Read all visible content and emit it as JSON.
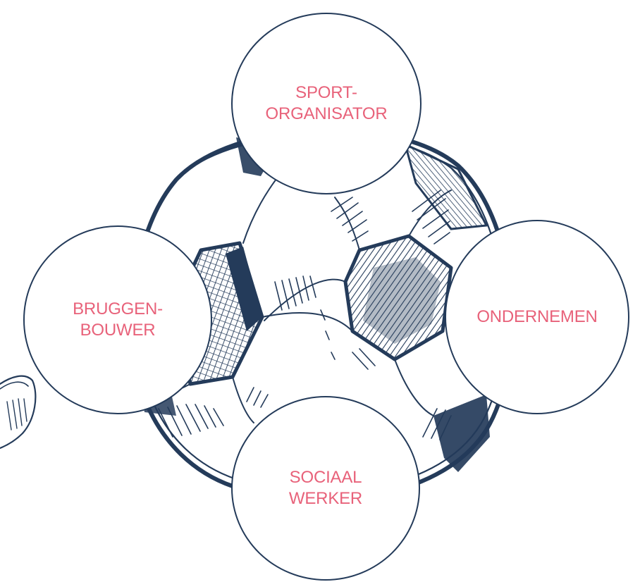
{
  "colors": {
    "outline": "#243b5a",
    "label": "#e8627a",
    "background": "#ffffff"
  },
  "roles": {
    "top": {
      "line1": "SPORT-",
      "line2": "ORGANISATOR"
    },
    "left": {
      "line1": "BRUGGEN-",
      "line2": "BOUWER"
    },
    "right": {
      "line1": "ONDERNEMEN"
    },
    "bottom": {
      "line1": "SOCIAAL",
      "line2": "WERKER"
    }
  }
}
